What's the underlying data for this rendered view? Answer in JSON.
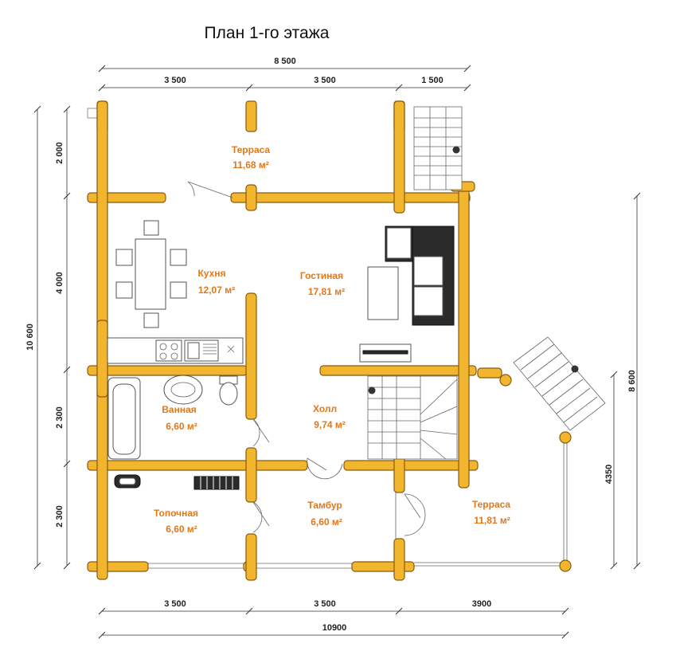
{
  "title": "План 1-го этажа",
  "dimensions": {
    "top_total": "8 500",
    "top_segments": [
      "3 500",
      "3 500",
      "1 500"
    ],
    "bottom_segments": [
      "3 500",
      "3 500",
      "3900"
    ],
    "bottom_total": "10900",
    "left_total": "10 600",
    "left_segments": [
      "2 000",
      "4 000",
      "2 300",
      "2 300"
    ],
    "right_total": "8 600",
    "right_terrace": "4350"
  },
  "rooms": [
    {
      "name": "Терраса",
      "area": "11,68 м²"
    },
    {
      "name": "Кухня",
      "area": "12,07 м²"
    },
    {
      "name": "Гостиная",
      "area": "17,81 м²"
    },
    {
      "name": "Ванная",
      "area": "6,60 м²"
    },
    {
      "name": "Холл",
      "area": "9,74 м²"
    },
    {
      "name": "Топочная",
      "area": "6,60 м²"
    },
    {
      "name": "Тамбур",
      "area": "6,60 м²"
    },
    {
      "name": "Терраса",
      "area": "11,81 м²"
    }
  ],
  "colors": {
    "log_wall": "#f2b52e",
    "room_label": "#e0781c",
    "furniture_dark": "#2b2b2b"
  }
}
